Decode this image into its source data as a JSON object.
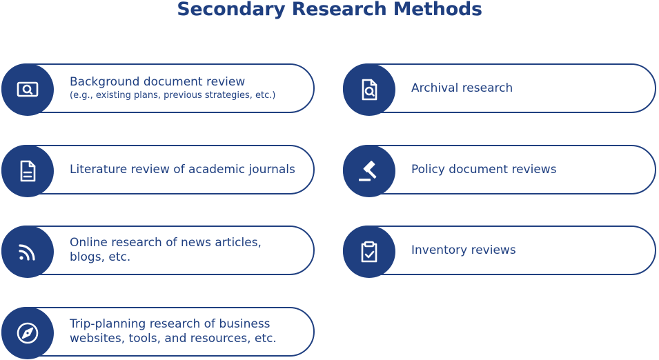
{
  "title": "Secondary Research Methods",
  "colors": {
    "primary": "#1f3f80",
    "background": "#ffffff"
  },
  "cards": [
    {
      "icon": "monitor-search-icon",
      "label": "Background document review",
      "sublabel": "(e.g., existing plans, previous strategies, etc.)"
    },
    {
      "icon": "document-search-icon",
      "label": "Archival research"
    },
    {
      "icon": "document-icon",
      "label": "Literature review of academic journals"
    },
    {
      "icon": "gavel-icon",
      "label": "Policy document reviews"
    },
    {
      "icon": "rss-feed-icon",
      "label": "Online research of news articles, blogs, etc."
    },
    {
      "icon": "clipboard-check-icon",
      "label": "Inventory reviews"
    },
    {
      "icon": "compass-icon",
      "label": "Trip-planning research of business websites, tools, and resources, etc."
    }
  ]
}
